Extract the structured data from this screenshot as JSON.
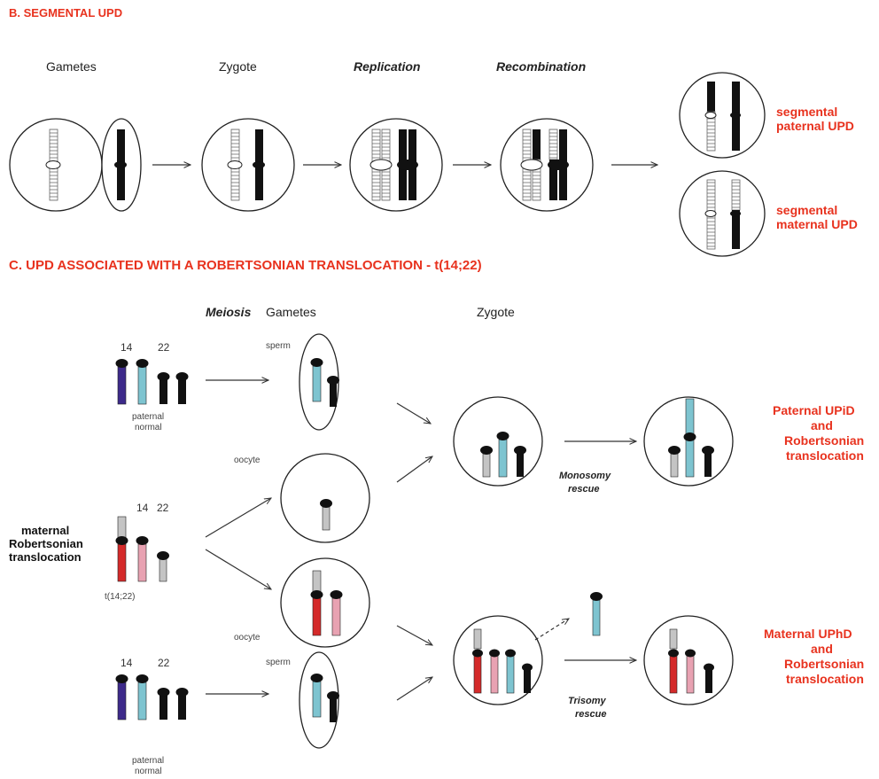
{
  "section_b": {
    "title": "B. SEGMENTAL UPD",
    "steps": [
      "Gametes",
      "Zygote",
      "Replication",
      "Recombination"
    ],
    "result_paternal": [
      "segmental",
      "paternal UPD"
    ],
    "result_maternal": [
      "segmental",
      "maternal UPD"
    ]
  },
  "section_c": {
    "title": "C. UPD ASSOCIATED WITH A ROBERTSONIAN TRANSLOCATION - t(14;22)",
    "meiosis": "Meiosis",
    "gametes": "Gametes",
    "zygote": "Zygote",
    "chr14": "14",
    "chr22": "22",
    "paternal_normal": [
      "paternal",
      "normal"
    ],
    "maternal_label": [
      "maternal",
      "Robertsonian",
      "translocation"
    ],
    "translocation": "t(14;22)",
    "sperm": "sperm",
    "oocyte": "oocyte",
    "monosomy_rescue": [
      "Monosomy",
      "rescue"
    ],
    "trisomy_rescue": [
      "Trisomy",
      "rescue"
    ],
    "result_paternal": [
      "Paternal UPiD",
      "and",
      "Robertsonian",
      "translocation"
    ],
    "result_maternal": [
      "Maternal UPhD",
      "and",
      "Robertsonian",
      "translocation"
    ]
  },
  "colors": {
    "title_red": "#e8321e",
    "purple": "#3d2a8a",
    "light_blue": "#7ec4d0",
    "red": "#d42a2a",
    "pink": "#e8a2b2",
    "gray": "#c4c4c4",
    "black": "#111111"
  }
}
